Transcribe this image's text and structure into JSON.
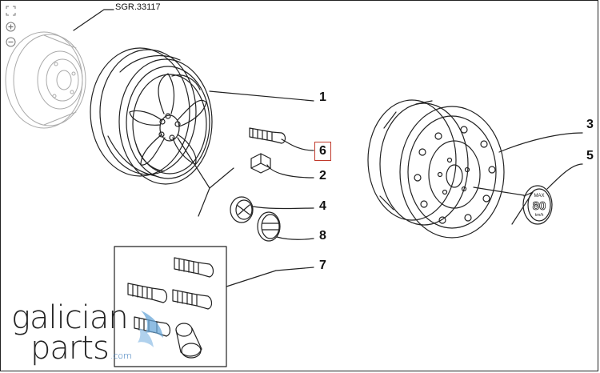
{
  "toolbar": {
    "fit_icon": "fit-screen-icon",
    "zoom_in_icon": "zoom-in-icon",
    "zoom_out_icon": "zoom-out-icon"
  },
  "diagram": {
    "reference": "SGR.33117",
    "callouts": [
      {
        "id": "1",
        "label": "1"
      },
      {
        "id": "6",
        "label": "6",
        "highlighted": true
      },
      {
        "id": "2",
        "label": "2"
      },
      {
        "id": "4",
        "label": "4"
      },
      {
        "id": "8",
        "label": "8"
      },
      {
        "id": "7",
        "label": "7"
      },
      {
        "id": "3",
        "label": "3"
      },
      {
        "id": "5",
        "label": "5"
      }
    ],
    "badge_text": {
      "top": "MAX",
      "number": "80",
      "unit": "km/h"
    },
    "highlight_color": "#c0392b"
  },
  "watermark": {
    "line1": "galician",
    "line2": "parts",
    "suffix": ".com",
    "accent_color": "#6aa7d8"
  }
}
